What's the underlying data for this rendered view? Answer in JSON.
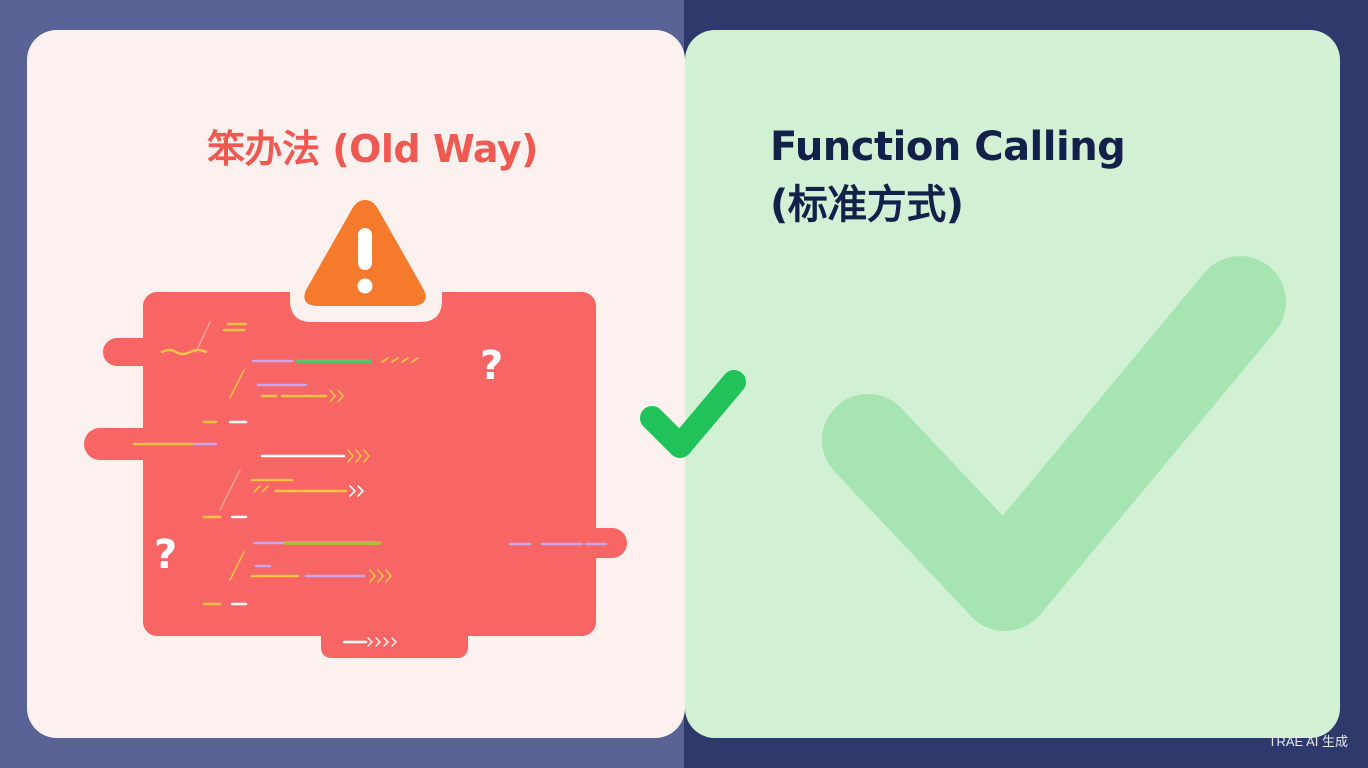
{
  "left_panel": {
    "title": "笨办法 (Old Way)",
    "question_mark": "?"
  },
  "right_panel": {
    "title_line1": "Function Calling",
    "title_line2": "(标准方式)"
  },
  "watermark": "TRAE AI 生成",
  "colors": {
    "old_way_red": "#ee5a52",
    "code_block_red": "#f86565",
    "warning_orange": "#f57a2c",
    "check_green": "#22c25a",
    "big_check_green": "#a6e4b2",
    "dark_navy": "#13204a"
  },
  "icons": [
    "warning-icon",
    "question-mark-icon",
    "small-check-icon",
    "big-check-icon"
  ]
}
